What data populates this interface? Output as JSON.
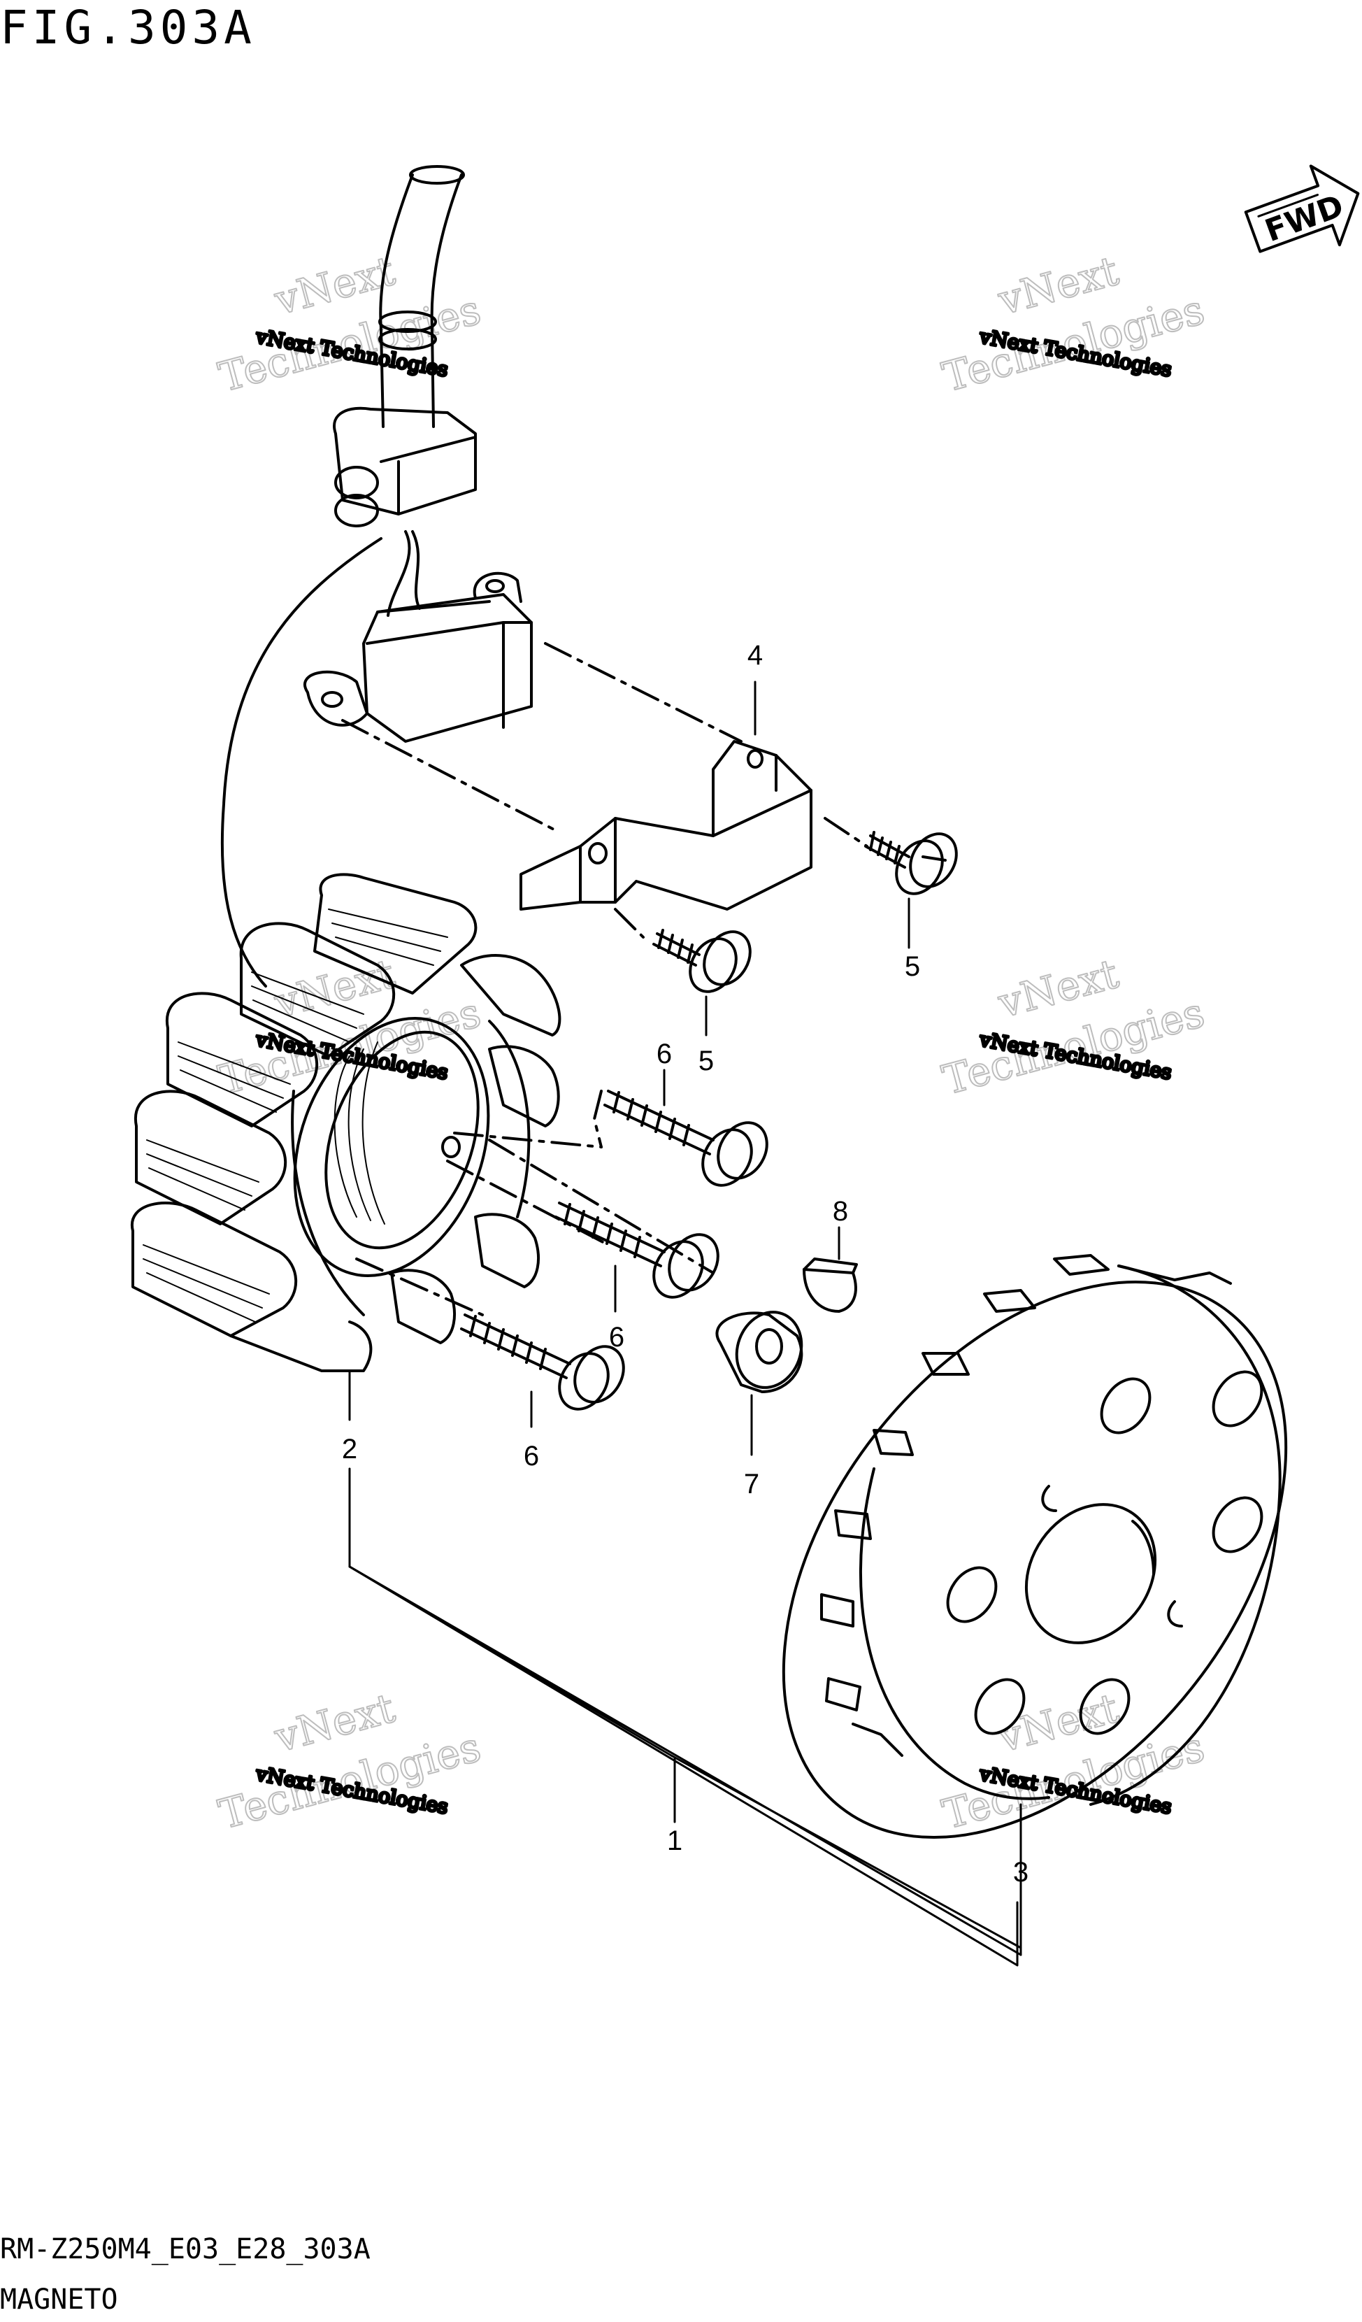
{
  "figure": {
    "title": "FIG.303A",
    "model_code": "RM-Z250M4_E03_E28_303A",
    "section_name": "MAGNETO",
    "fwd_label": "FWD"
  },
  "callouts": [
    {
      "id": "c1",
      "label": "1"
    },
    {
      "id": "c2",
      "label": "2"
    },
    {
      "id": "c3",
      "label": "3"
    },
    {
      "id": "c4",
      "label": "4"
    },
    {
      "id": "c5a",
      "label": "5"
    },
    {
      "id": "c5b",
      "label": "5"
    },
    {
      "id": "c6a",
      "label": "6"
    },
    {
      "id": "c6b",
      "label": "6"
    },
    {
      "id": "c6c",
      "label": "6"
    },
    {
      "id": "c7",
      "label": "7"
    },
    {
      "id": "c8",
      "label": "8"
    }
  ],
  "watermark": {
    "small": "vNext Technologies",
    "big_line1": "vNext",
    "big_line2": "Technologies"
  },
  "colors": {
    "ink": "#000000",
    "watermark": "#bdbdbd",
    "background": "#ffffff"
  }
}
